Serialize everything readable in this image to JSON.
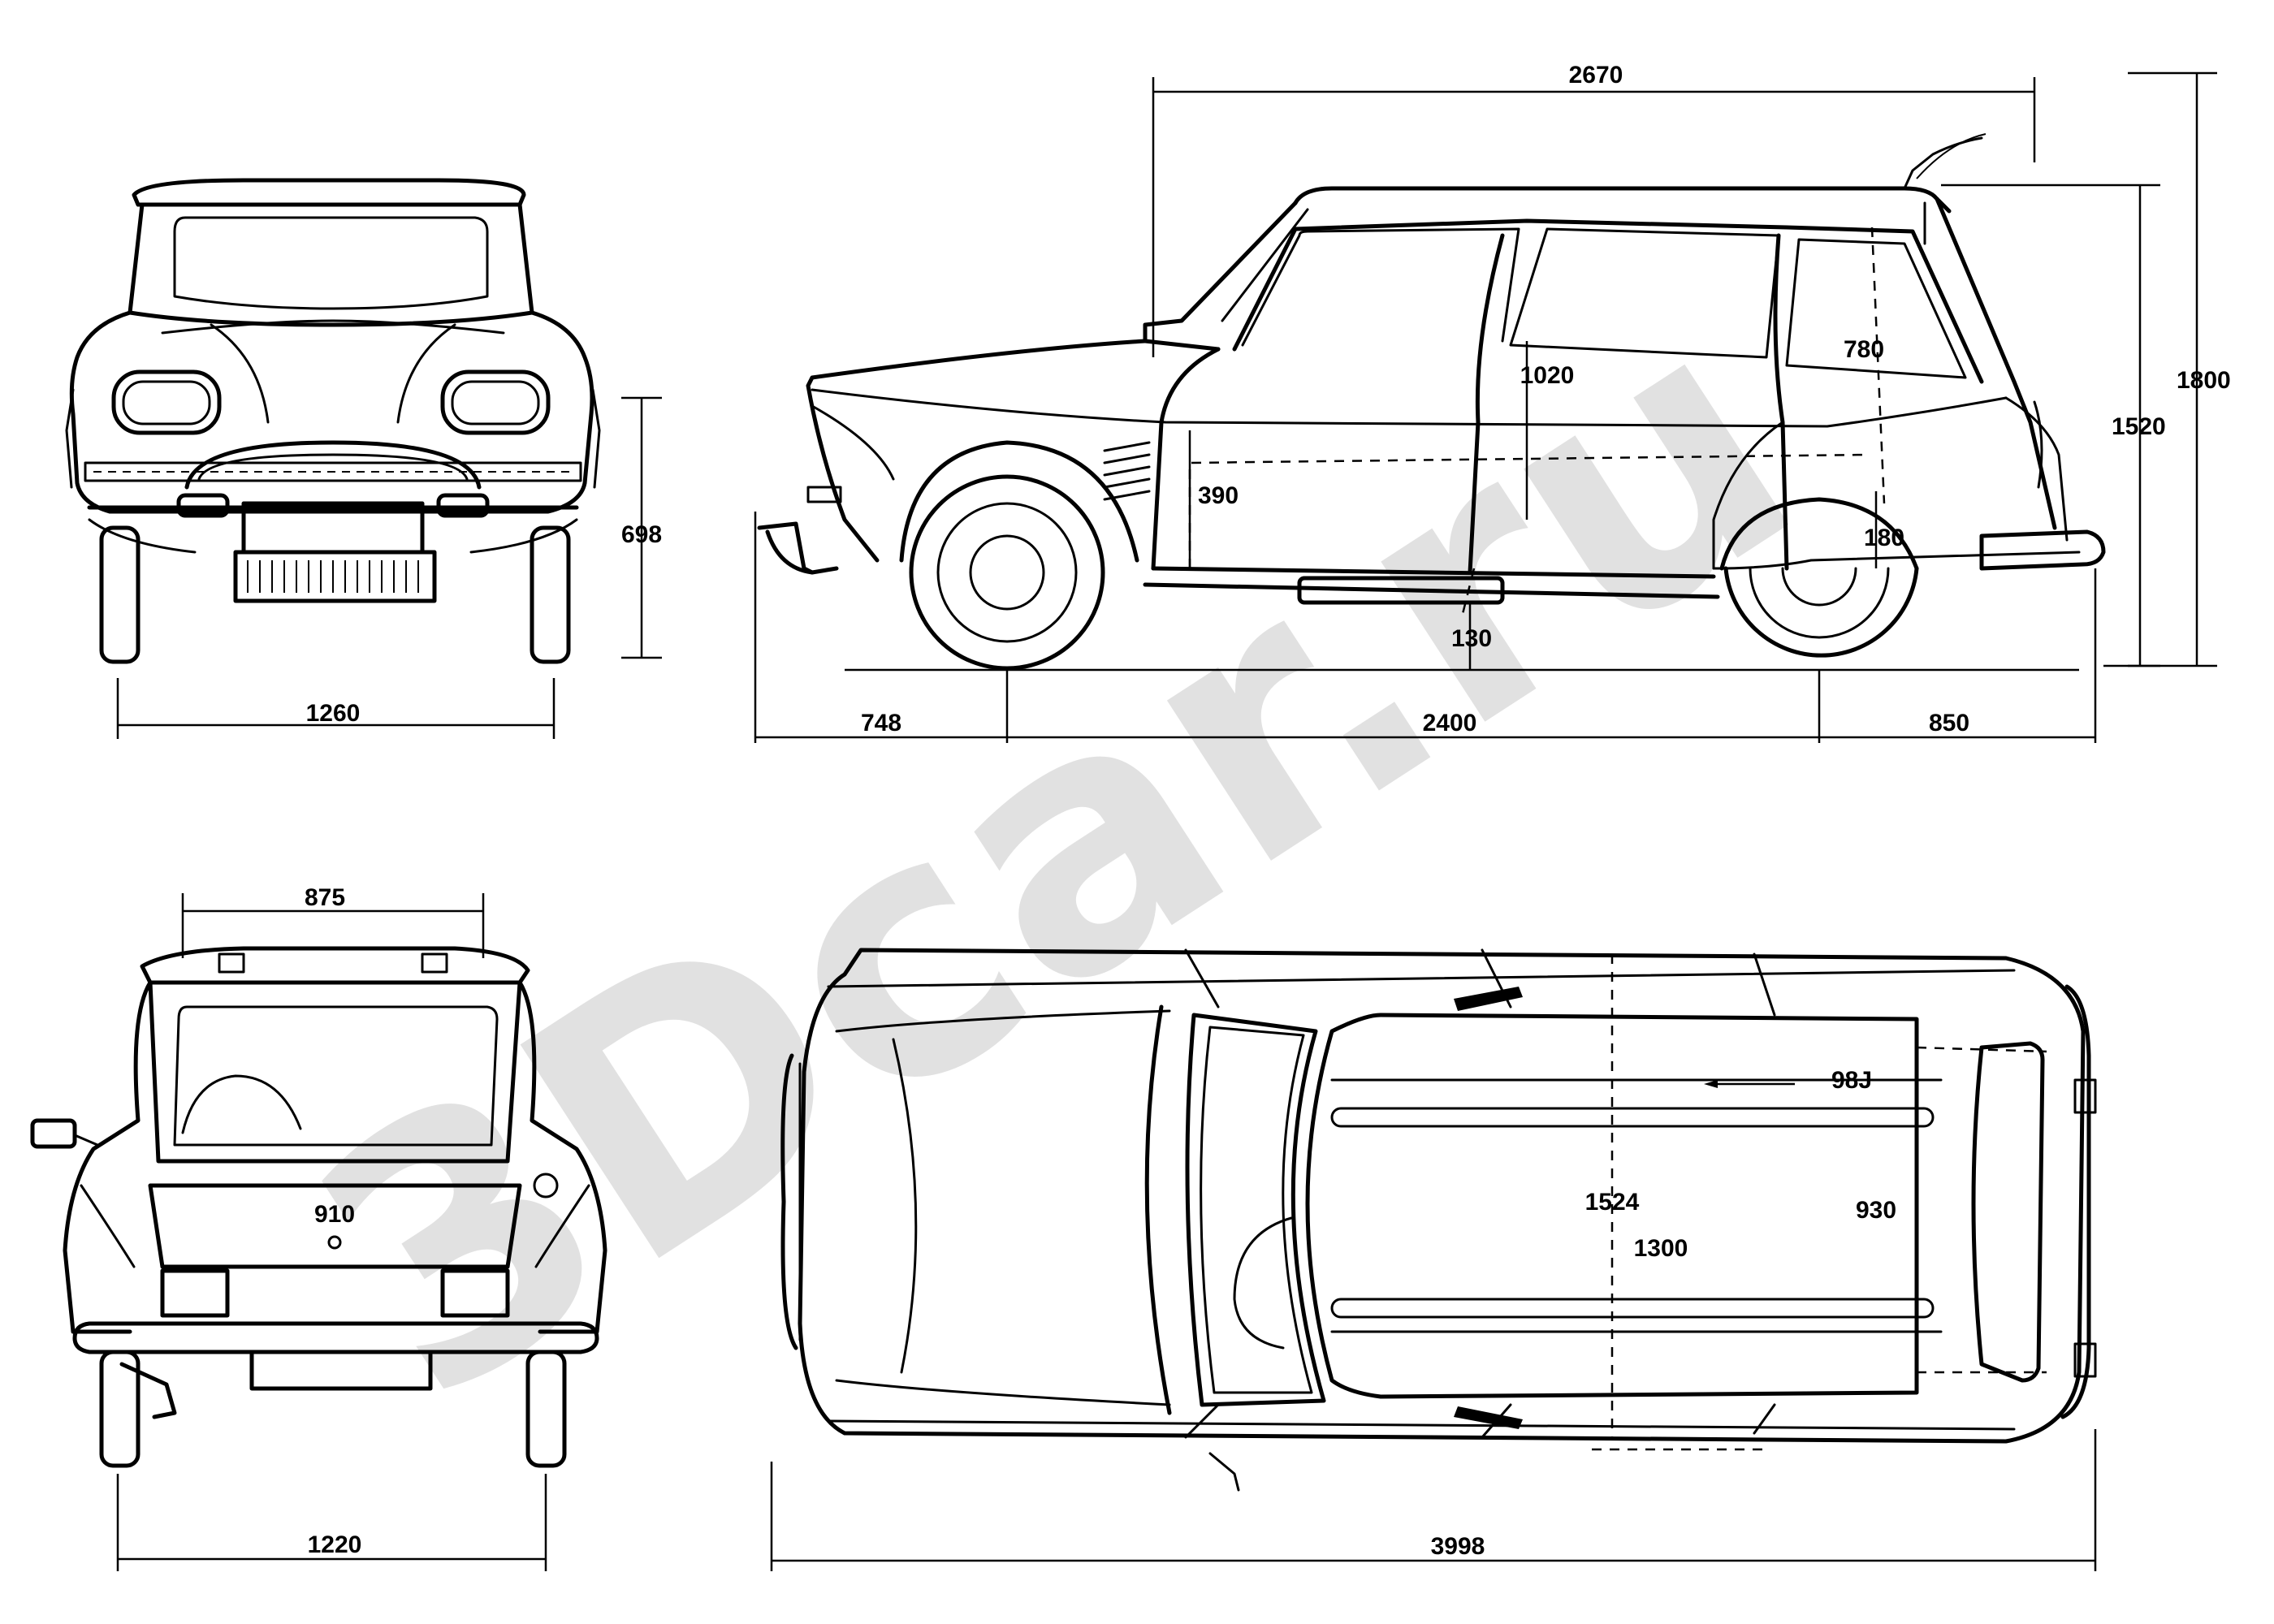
{
  "watermark": {
    "text": "3Dcar.ru",
    "color": "#c9c9c9"
  },
  "dimensions": {
    "front_track": "1260",
    "front_height": "698",
    "overall_height_1800": "1800",
    "height_1520": "1520",
    "roof_length": "2670",
    "front_overhang": "748",
    "wheelbase": "2400",
    "rear_overhang": "850",
    "door_1020": "1020",
    "door_780": "780",
    "sill_390": "390",
    "sill_180": "180",
    "ground_130": "130",
    "rear_window_875": "875",
    "rear_hatch_910": "910",
    "rear_track": "1220",
    "overall_length": "3998",
    "overall_width": "1524",
    "inner_width_1300": "1300",
    "cargo_930": "930",
    "cargo_98j": "98J"
  }
}
